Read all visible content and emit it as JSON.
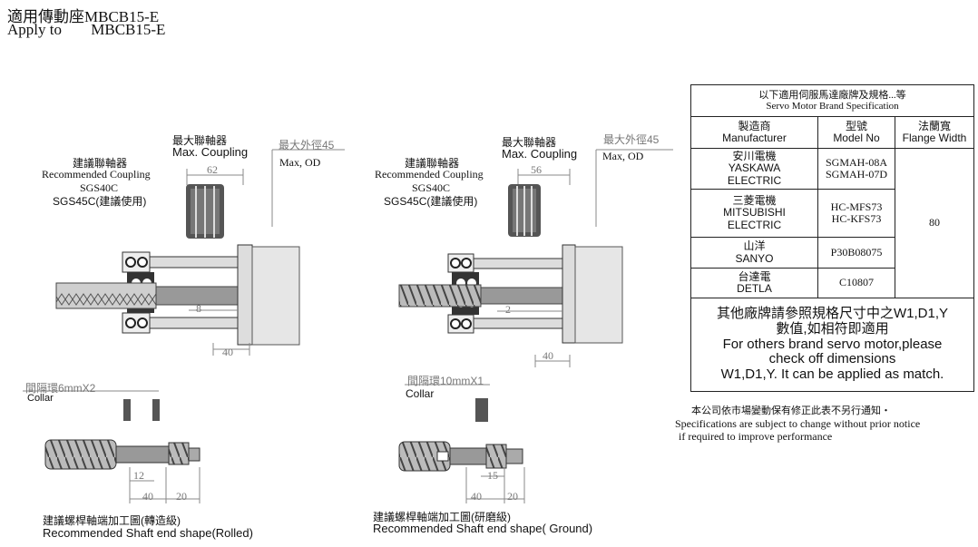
{
  "header": {
    "title_cn": "適用傳動座MBCB15-E",
    "title_en_prefix": "Apply to",
    "title_en_model": "MBCB15-E"
  },
  "left_drawing": {
    "max_coupling_cn": "最大聯軸器",
    "max_coupling_en": "Max. Coupling",
    "max_od_cn": "最大外徑45",
    "max_od_en": "Max, OD",
    "rec_coupling_cn": "建議聯軸器",
    "rec_coupling_en": "Recommended Coupling",
    "rec_model_1": "SGS40C",
    "rec_model_2": "SGS45C(建議使用)",
    "dim_coupling_width": "62",
    "dim_gap": "8",
    "dim_length": "40",
    "collar_cn": "間隔環6mmX2",
    "collar_en": "Collar",
    "shaft_dim_a": "12",
    "shaft_dim_b": "40",
    "shaft_dim_c": "20",
    "shaft_caption_cn": "建議螺桿軸端加工圖(轉造級)",
    "shaft_caption_en": "Recommended Shaft end shape(Rolled)"
  },
  "right_drawing": {
    "max_coupling_cn": "最大聯軸器",
    "max_coupling_en": "Max. Coupling",
    "max_od_cn": "最大外徑45",
    "max_od_en": "Max, OD",
    "rec_coupling_cn": "建議聯軸器",
    "rec_coupling_en": "Recommended Coupling",
    "rec_model_1": "SGS40C",
    "rec_model_2": "SGS45C(建議使用)",
    "dim_coupling_width": "56",
    "dim_gap": "2",
    "dim_length": "40",
    "collar_cn": "間隔環10mmX1",
    "collar_en": "Collar",
    "shaft_dim_a": "15",
    "shaft_dim_b": "40",
    "shaft_dim_c": "20",
    "shaft_caption_cn": "建議螺桿軸端加工圖(研磨級)",
    "shaft_caption_en": "Recommended Shaft end shape( Ground)"
  },
  "table": {
    "title_cn": "以下適用伺服馬達廠牌及規格...等",
    "title_en": "Servo Motor Brand Specification",
    "col1_cn": "製造商",
    "col1_en": "Manufacturer",
    "col2_cn": "型號",
    "col2_en": "Model No",
    "col3_cn": "法蘭寬",
    "col3_en": "Flange Width",
    "rows": [
      {
        "name_cn": "安川電機",
        "name_en_1": "YASKAWA",
        "name_en_2": "ELECTRIC",
        "model_1": "SGMAH-08A",
        "model_2": "SGMAH-07D"
      },
      {
        "name_cn": "三菱電機",
        "name_en_1": "MITSUBISHI",
        "name_en_2": "ELECTRIC",
        "model_1": "HC-MFS73",
        "model_2": "HC-KFS73"
      },
      {
        "name_cn": "山洋",
        "name_en_1": "SANYO",
        "name_en_2": "",
        "model_1": "P30B08075",
        "model_2": ""
      },
      {
        "name_cn": "台達電",
        "name_en_1": "DETLA",
        "name_en_2": "",
        "model_1": "C10807",
        "model_2": ""
      }
    ],
    "flange_value": "80",
    "note_cn_1": "其他廠牌請參照規格尺寸中之W1,D1,Y",
    "note_cn_2": "數值,如相符即適用",
    "note_en_1": "For others brand servo motor,please",
    "note_en_2": "check off dimensions",
    "note_en_3": "W1,D1,Y. It can be applied as match."
  },
  "footnote": {
    "cn": "本公司依市場變動保有修正此表不另行通知・",
    "en_1": "Specifications are subject to change without prior notice",
    "en_2": "if required to improve performance"
  }
}
